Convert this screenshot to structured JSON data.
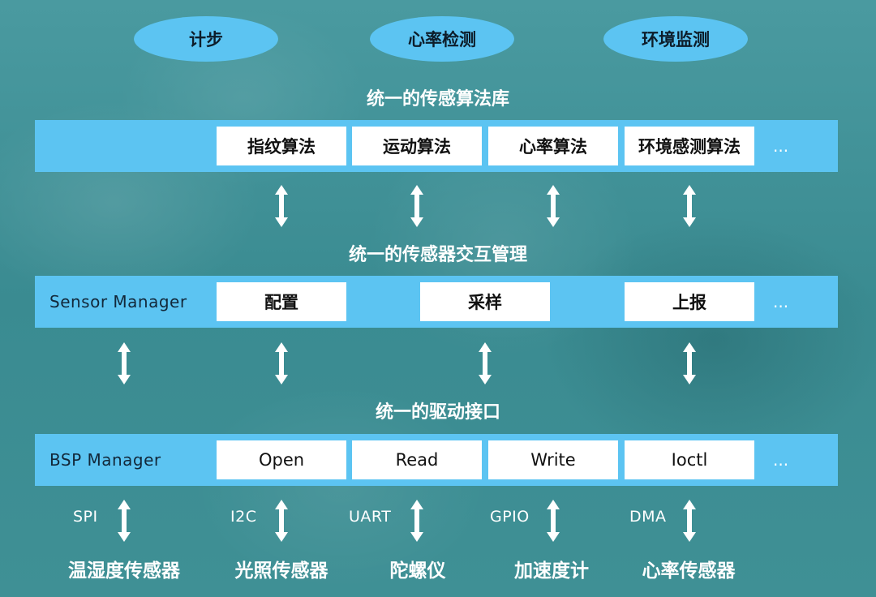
{
  "apps": [
    "计步",
    "心率检测",
    "环境监测"
  ],
  "layers": {
    "algo": {
      "title": "统一的传感算法库",
      "boxes": [
        "指纹算法",
        "运动算法",
        "心率算法",
        "环境感测算法"
      ],
      "more": "..."
    },
    "sensor": {
      "title": "统一的传感器交互管理",
      "label": "Sensor Manager",
      "boxes": [
        "配置",
        "采样",
        "上报"
      ],
      "more": "..."
    },
    "driver": {
      "title": "统一的驱动接口",
      "label": "BSP Manager",
      "boxes": [
        "Open",
        "Read",
        "Write",
        "Ioctl"
      ],
      "more": "..."
    }
  },
  "buses": [
    "SPI",
    "I2C",
    "UART",
    "GPIO",
    "DMA"
  ],
  "sensors": [
    "温湿度传感器",
    "光照传感器",
    "陀螺仪",
    "加速度计",
    "心率传感器"
  ],
  "colors": {
    "background": "#3f8f94",
    "band": "#5cc4f2",
    "box": "#ffffff",
    "text": "#ffffff"
  }
}
